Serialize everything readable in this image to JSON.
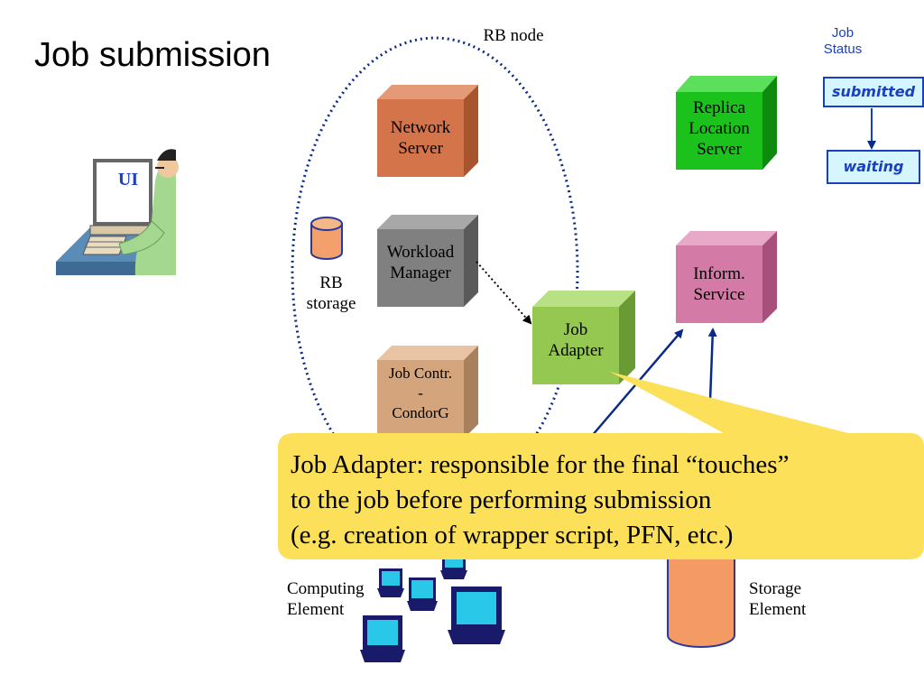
{
  "title": "Job submission",
  "rb_node_label": "RB node",
  "ui_label": "UI",
  "rb_storage": {
    "line1": "RB",
    "line2": "storage"
  },
  "network_server": {
    "line1": "Network",
    "line2": "Server"
  },
  "workload_manager": {
    "line1": "Workload",
    "line2": "Manager"
  },
  "job_controller": {
    "line1": "Job Contr.",
    "line2": "-",
    "line3": "CondorG"
  },
  "job_adapter": {
    "line1": "Job",
    "line2": "Adapter"
  },
  "replica_location_server": {
    "line1": "Replica",
    "line2": "Location",
    "line3": "Server"
  },
  "information_service": {
    "line1": "Inform.",
    "line2": "Service"
  },
  "computing_element": {
    "line1": "Computing",
    "line2": "Element"
  },
  "storage_element": {
    "line1": "Storage",
    "line2": "Element"
  },
  "job_status": {
    "caption_line1": "Job",
    "caption_line2": "Status",
    "states": [
      "submitted",
      "waiting"
    ]
  },
  "callout": {
    "line1": "Job Adapter: responsible for the final “touches”",
    "line2": "to the job before performing submission",
    "line3": "(e.g. creation of wrapper script, PFN, etc.)"
  },
  "colors": {
    "network_server": "#d4744a",
    "workload_manager": "#808080",
    "job_controller": "#d4a47c",
    "job_adapter": "#94c850",
    "replica_location_server": "#1cc21c",
    "information_service": "#d47aa6",
    "rb_storage": "#f4a06c",
    "storage_element": "#f49a64",
    "callout": "#fce05a",
    "arrow": "#0a2a8a",
    "status": "#1a3fc0"
  },
  "icons": [
    "ui-user-workstation-icon",
    "rb-storage-cylinder-icon",
    "computing-element-computers-icon",
    "storage-element-cylinder-icon"
  ]
}
